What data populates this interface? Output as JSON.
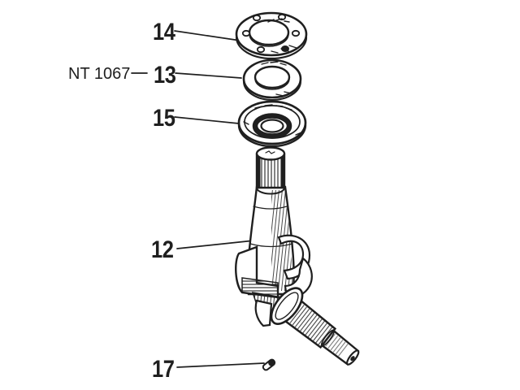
{
  "canvas": {
    "background": "#ffffff",
    "ink": "#1f1f1f",
    "figure_type": "exploded-parts-diagram"
  },
  "callouts": {
    "part14": "14",
    "part13": "13",
    "part15": "15",
    "part12": "12",
    "part17": "17",
    "code": "NT 1067"
  }
}
